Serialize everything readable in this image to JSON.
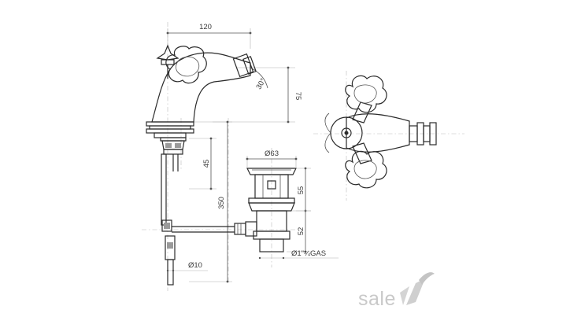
{
  "drawing": {
    "dimensions": {
      "width_top": "120",
      "spout_angle": "30°",
      "spout_height": "75",
      "lift_rod_height": "45",
      "overall_height": "350",
      "waste_diameter": "Ø63",
      "waste_upper_height": "55",
      "waste_lower_height": "52",
      "pipe_diameter": "Ø10",
      "thread": "Ø1\"¼GAS"
    }
  },
  "brand": {
    "name": "sale",
    "color": "#c9c9c9"
  }
}
